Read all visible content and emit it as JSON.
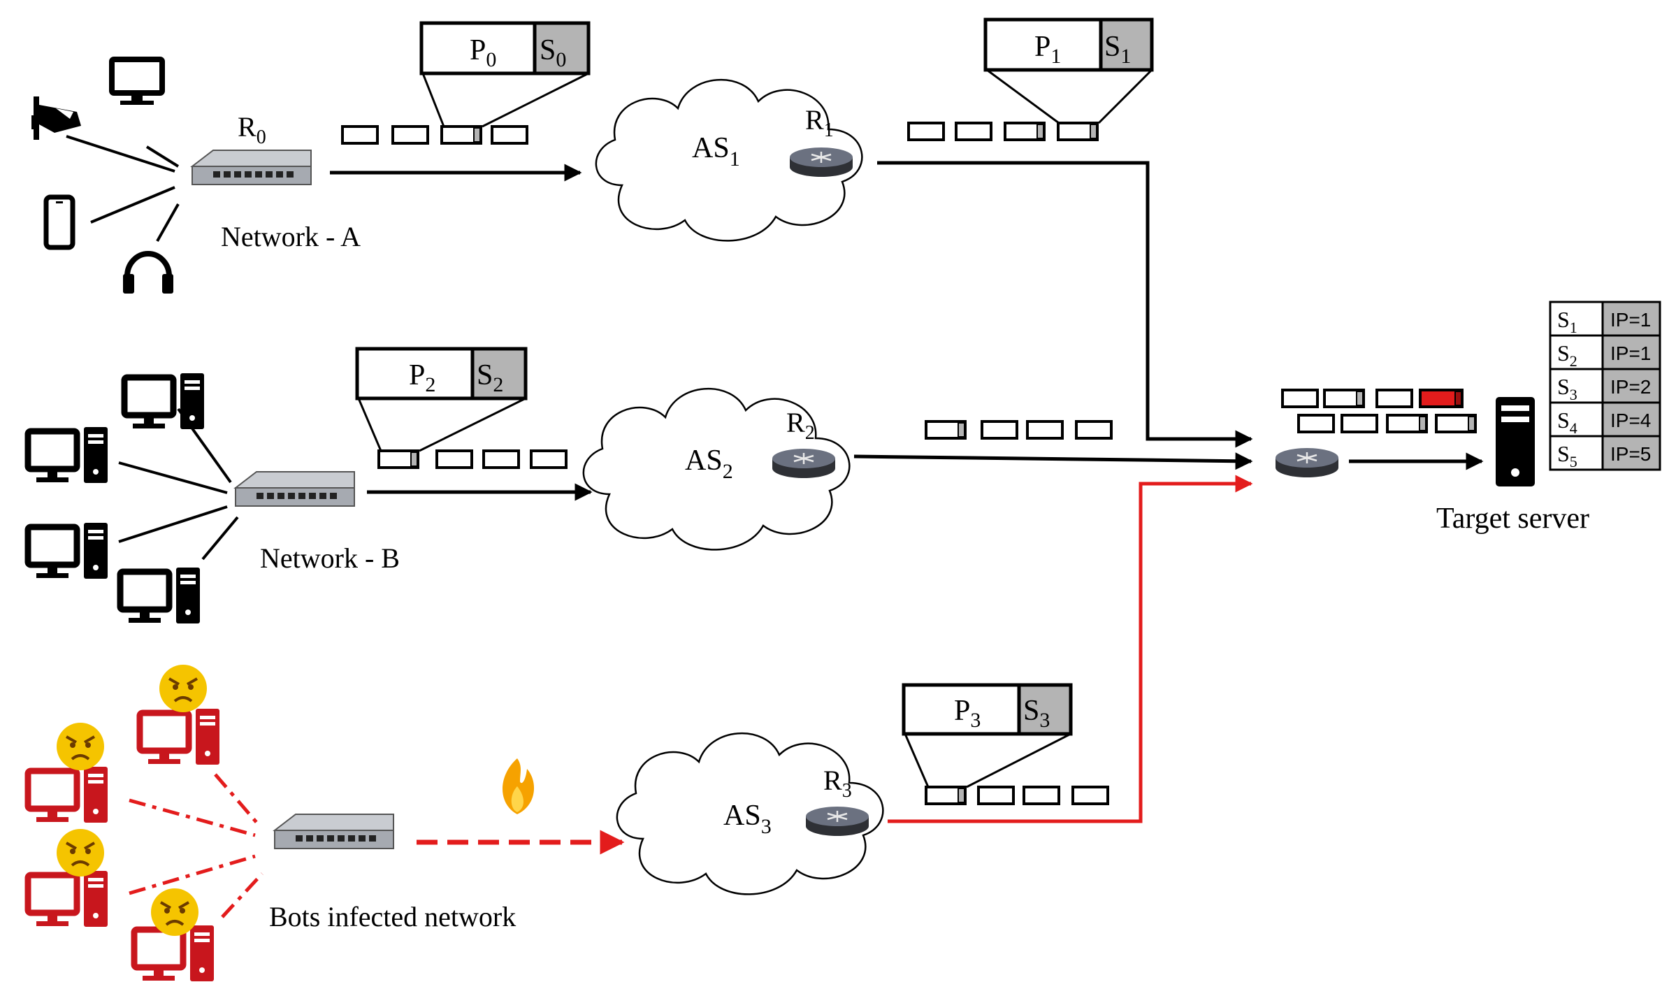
{
  "networks": {
    "a": {
      "label": "Network - A",
      "router": "R",
      "router_sub": "0"
    },
    "b": {
      "label": "Network - B"
    },
    "bots": {
      "label": "Bots infected network"
    }
  },
  "as": [
    {
      "label": "AS",
      "sub": "1",
      "router": "R",
      "router_sub": "1"
    },
    {
      "label": "AS",
      "sub": "2",
      "router": "R",
      "router_sub": "2"
    },
    {
      "label": "AS",
      "sub": "3",
      "router": "R",
      "router_sub": "3"
    }
  ],
  "packets": [
    {
      "p": "P",
      "p_sub": "0",
      "s": "S",
      "s_sub": "0"
    },
    {
      "p": "P",
      "p_sub": "1",
      "s": "S",
      "s_sub": "1"
    },
    {
      "p": "P",
      "p_sub": "2",
      "s": "S",
      "s_sub": "2"
    },
    {
      "p": "P",
      "p_sub": "3",
      "s": "S",
      "s_sub": "3"
    }
  ],
  "server": {
    "label": "Target server"
  },
  "table": [
    {
      "s": "S",
      "sub": "1",
      "ip": "IP=1"
    },
    {
      "s": "S",
      "sub": "2",
      "ip": "IP=1"
    },
    {
      "s": "S",
      "sub": "3",
      "ip": "IP=2"
    },
    {
      "s": "S",
      "sub": "4",
      "ip": "IP=4"
    },
    {
      "s": "S",
      "sub": "5",
      "ip": "IP=5"
    }
  ],
  "colors": {
    "attack": "#e31c1c",
    "bot": "#c8161d",
    "face": "#f5c400",
    "header_fill": "#b4b4b4"
  }
}
